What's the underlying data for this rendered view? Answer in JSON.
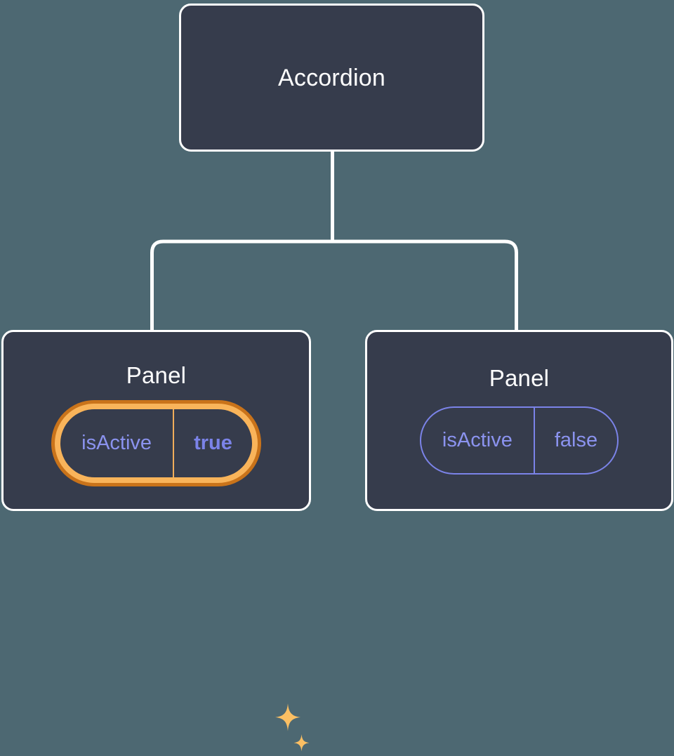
{
  "diagram": {
    "type": "component-tree",
    "title_implicit": "React component tree with prop values",
    "background_color": "#4d6872",
    "card_fill_color": "#363c4c",
    "card_border_color": "#ffffff",
    "connector_color": "#ffffff",
    "accent_highlight_outer": "#c9731a",
    "accent_highlight_inner": "#f9b45a",
    "prop_text_color": "#8b93ef",
    "prop_value_color": "#7b83e8"
  },
  "root": {
    "label": "Accordion"
  },
  "children": [
    {
      "label": "Panel",
      "highlighted": true,
      "prop": {
        "key": "isActive",
        "value": "true",
        "bold_value": true
      },
      "sparkles": [
        {
          "name": "sparkle-large",
          "size": 34
        },
        {
          "name": "sparkle-small",
          "size": 21
        }
      ]
    },
    {
      "label": "Panel",
      "highlighted": false,
      "prop": {
        "key": "isActive",
        "value": "false",
        "bold_value": false
      },
      "sparkles": []
    }
  ],
  "connectors": {
    "root_stem_label": "root-to-branch-stem",
    "branch_bar_label": "horizontal-branch-bar",
    "left_drop_label": "left-child-connector",
    "right_drop_label": "right-child-connector"
  }
}
